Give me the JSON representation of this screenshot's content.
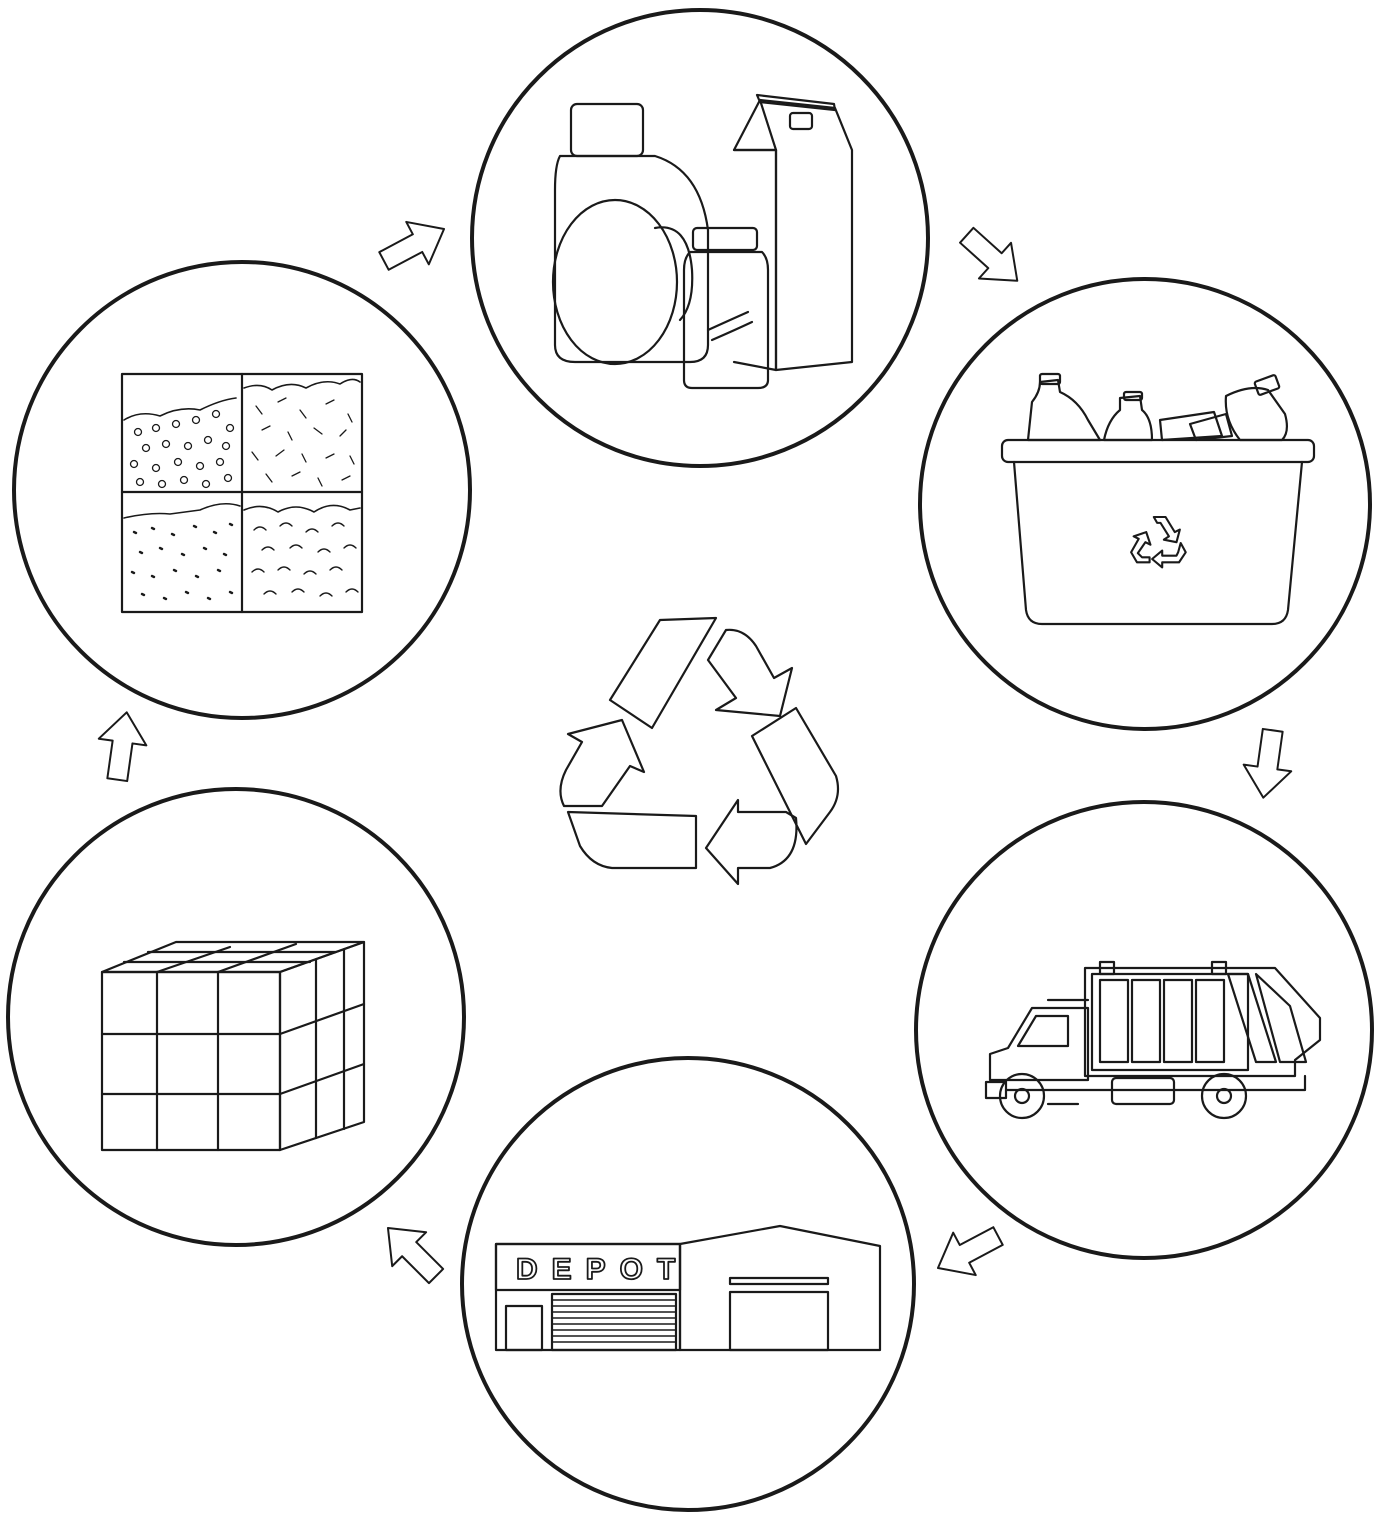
{
  "diagram": {
    "stroke_color": "#1a1a1a",
    "background": "#ffffff",
    "stages": [
      {
        "id": "containers",
        "icon": "product-containers-icon"
      },
      {
        "id": "recycling-bin",
        "icon": "recycling-bin-icon"
      },
      {
        "id": "truck",
        "icon": "garbage-truck-icon"
      },
      {
        "id": "depot",
        "icon": "depot-building-icon",
        "sign": "DEPOT"
      },
      {
        "id": "bale",
        "icon": "compressed-bale-icon"
      },
      {
        "id": "materials",
        "icon": "raw-materials-icon"
      }
    ],
    "center_icon": "recycle-symbol-icon"
  }
}
